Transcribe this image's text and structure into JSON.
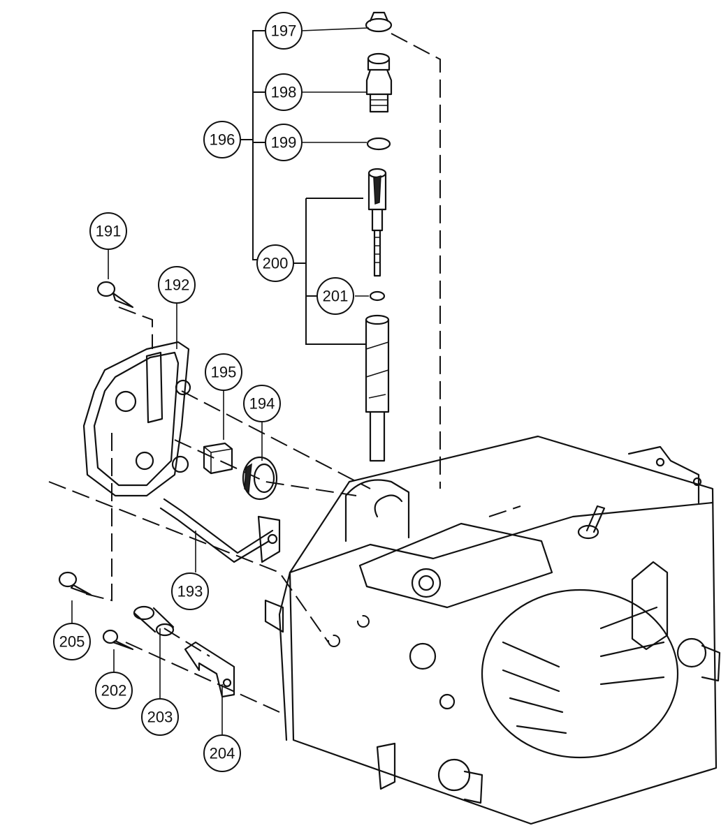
{
  "callouts": [
    {
      "id": "c197",
      "label": "197"
    },
    {
      "id": "c198",
      "label": "198"
    },
    {
      "id": "c196",
      "label": "196"
    },
    {
      "id": "c199",
      "label": "199"
    },
    {
      "id": "c200",
      "label": "200"
    },
    {
      "id": "c201",
      "label": "201"
    },
    {
      "id": "c191",
      "label": "191"
    },
    {
      "id": "c192",
      "label": "192"
    },
    {
      "id": "c195",
      "label": "195"
    },
    {
      "id": "c194",
      "label": "194"
    },
    {
      "id": "c193",
      "label": "193"
    },
    {
      "id": "c205",
      "label": "205"
    },
    {
      "id": "c202",
      "label": "202"
    },
    {
      "id": "c203",
      "label": "203"
    },
    {
      "id": "c204",
      "label": "204"
    }
  ]
}
